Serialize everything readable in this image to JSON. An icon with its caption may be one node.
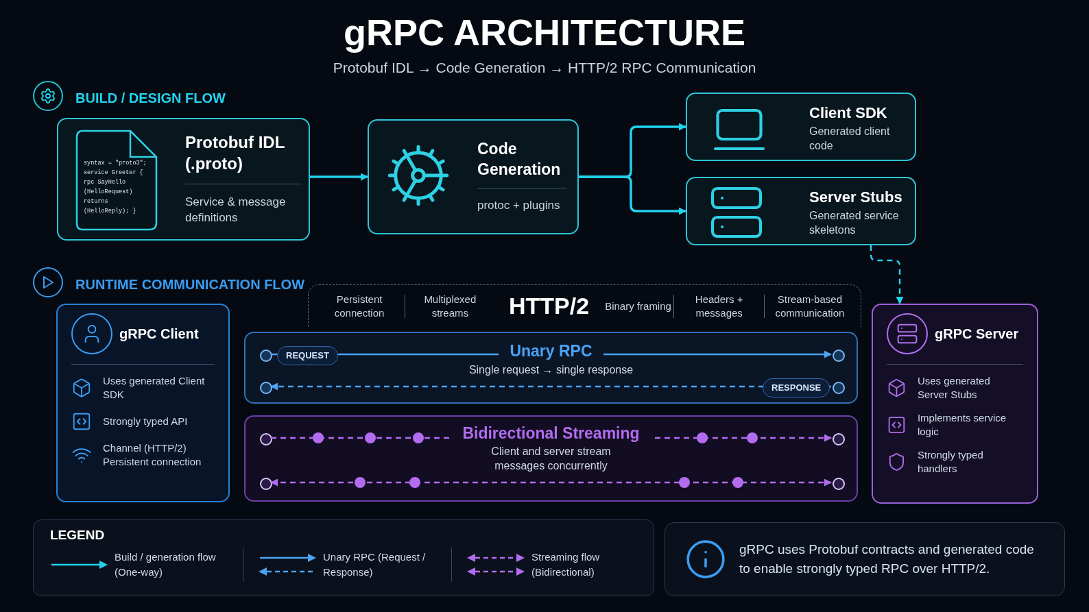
{
  "diagram": {
    "title": "gRPC ARCHITECTURE",
    "nodes": [
      {
        "text": [
          "Protobuf IDL (.proto)",
          "Service & message definitions"
        ]
      },
      {
        "text": [
          "syntax = \"proto3\"; service Greeter { rpc SayHello (HelloRequest) returns (HelloReply); }"
        ],
        "in": 0
      },
      {
        "text": [
          "Code Generation",
          "protoc + plugins"
        ]
      },
      {
        "text": [
          "Client SDK",
          "Generated client code"
        ]
      },
      {
        "text": [
          "Server Stubs",
          "Generated service skeletons"
        ]
      },
      {
        "text": [
          "Persistent connection",
          "Multiplexed streams",
          "HTTP/2",
          "Binary framing",
          "Headers + messages",
          "Stream-based communication"
        ]
      },
      {
        "text": [
          "gRPC Client",
          "Uses generated Client SDK",
          "Strongly typed API",
          "Channel (HTTP/2) Persistent connection"
        ]
      },
      {
        "text": [
          "Unary RPC",
          "Single request → single response"
        ]
      },
      {
        "text": [],
        "shape": "circle",
        "in": 7
      },
      {
        "text": [],
        "shape": "circle",
        "in": 7
      },
      {
        "text": [],
        "shape": "circle",
        "in": 7
      },
      {
        "text": [],
        "shape": "circle",
        "in": 7
      },
      {
        "text": [
          "Bidirectional Streaming",
          "Client and server stream messages concurrently"
        ]
      },
      {
        "text": [],
        "shape": "circle",
        "in": 12
      },
      {
        "text": [],
        "shape": "circle",
        "in": 12
      },
      {
        "text": [],
        "shape": "circle",
        "in": 12
      },
      {
        "text": [],
        "shape": "circle",
        "in": 12
      },
      {
        "text": [
          "gRPC Server",
          "Uses generated Server Stubs",
          "Implements service logic",
          "Strongly typed handlers"
        ]
      },
      {
        "text": [
          "gRPC uses Protobuf contracts and generated code to enable strongly typed RPC over HTTP/2."
        ]
      }
    ],
    "edges": [
      {
        "from": 0,
        "to": 2,
        "arrow": "to"
      },
      {
        "from": 2,
        "to": 3,
        "arrow": "to"
      },
      {
        "from": 2,
        "to": 4,
        "arrow": "to"
      },
      {
        "from": 4,
        "to": 17,
        "arrow": "to",
        "style": "dashed"
      },
      {
        "from": 8,
        "to": 9,
        "arrow": "to",
        "label": "REQUEST",
        "color": "#4ba3f5"
      },
      {
        "from": 11,
        "to": 10,
        "arrow": "to",
        "label": "RESPONSE",
        "style": "dashed",
        "color": "#4ba3f5"
      },
      {
        "from": 13,
        "to": 14,
        "arrow": "to",
        "style": "dashed",
        "color": "#b36cf0"
      },
      {
        "from": 15,
        "to": 16,
        "arrow": "both",
        "style": "dashed",
        "color": "#b36cf0"
      }
    ],
    "labels": [
      "Protobuf IDL → Code Generation → HTTP/2 RPC Communication",
      "BUILD / DESIGN FLOW",
      "RUNTIME COMMUNICATION FLOW",
      "LEGEND"
    ],
    "legend": [
      {
        "text": "Build / generation flow (One-way)"
      },
      {
        "text": "Unary RPC (Request / Response)"
      },
      {
        "text": "Streaming flow (Bidirectional)"
      }
    ]
  }
}
